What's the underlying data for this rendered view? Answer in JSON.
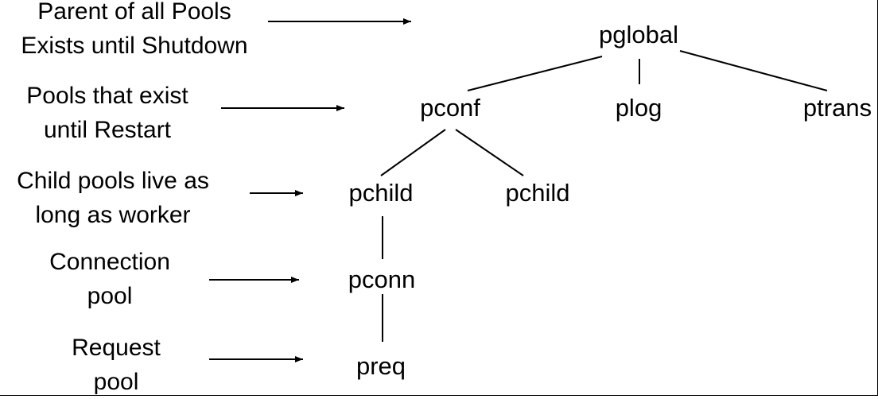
{
  "labels": [
    {
      "line1": "Parent of all Pools",
      "line2": "Exists until Shutdown"
    },
    {
      "line1": "Pools that exist",
      "line2": "until Restart"
    },
    {
      "line1": "Child pools live as",
      "line2": "long as worker"
    },
    {
      "line1": "Connection",
      "line2": "pool"
    },
    {
      "line1": "Request",
      "line2": "pool"
    }
  ],
  "nodes": {
    "pglobal": "pglobal",
    "pconf": "pconf",
    "plog": "plog",
    "ptrans": "ptrans",
    "pchild_left": "pchild",
    "pchild_right": "pchild",
    "pconn": "pconn",
    "preq": "preq"
  },
  "colors": {
    "line": "#000000",
    "text": "#000000",
    "background": "#ffffff"
  }
}
